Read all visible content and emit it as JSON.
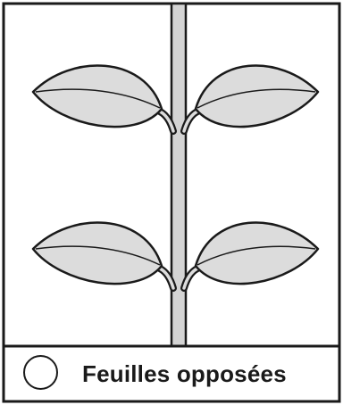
{
  "figure": {
    "caption": "Feuilles opposées",
    "stem_color": "#d4d4d4",
    "leaf_fill": "#dcdcdc",
    "outline_color": "#1a1a1a",
    "leaf_arrangement": "opposite",
    "leaf_count": 4
  },
  "answer_option": {
    "selected": false
  }
}
